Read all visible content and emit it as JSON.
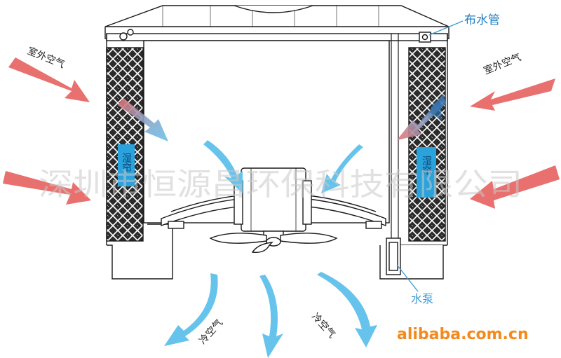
{
  "labels": {
    "outside_air_left": "室外空气",
    "outside_air_right": "室外空气",
    "water_pipe": "布水管",
    "water_pump": "水泵",
    "cold_air_left": "冷空气",
    "cold_air_right": "冷空气",
    "pad_left": "湿帘",
    "pad_right": "湿帘"
  },
  "watermark": {
    "company": "深圳市恒源昌环保科技有限公司",
    "site": "alibaba.com.cn"
  },
  "colors": {
    "hot_air": "#e8706e",
    "cold_air": "#66c3ec",
    "pump_label": "#3a9ad6",
    "pad_tag": "#2aa2dc",
    "line": "#1a1a1a",
    "site_orange": "#f48a1e",
    "watermark_gray": "#c9c9c9"
  }
}
